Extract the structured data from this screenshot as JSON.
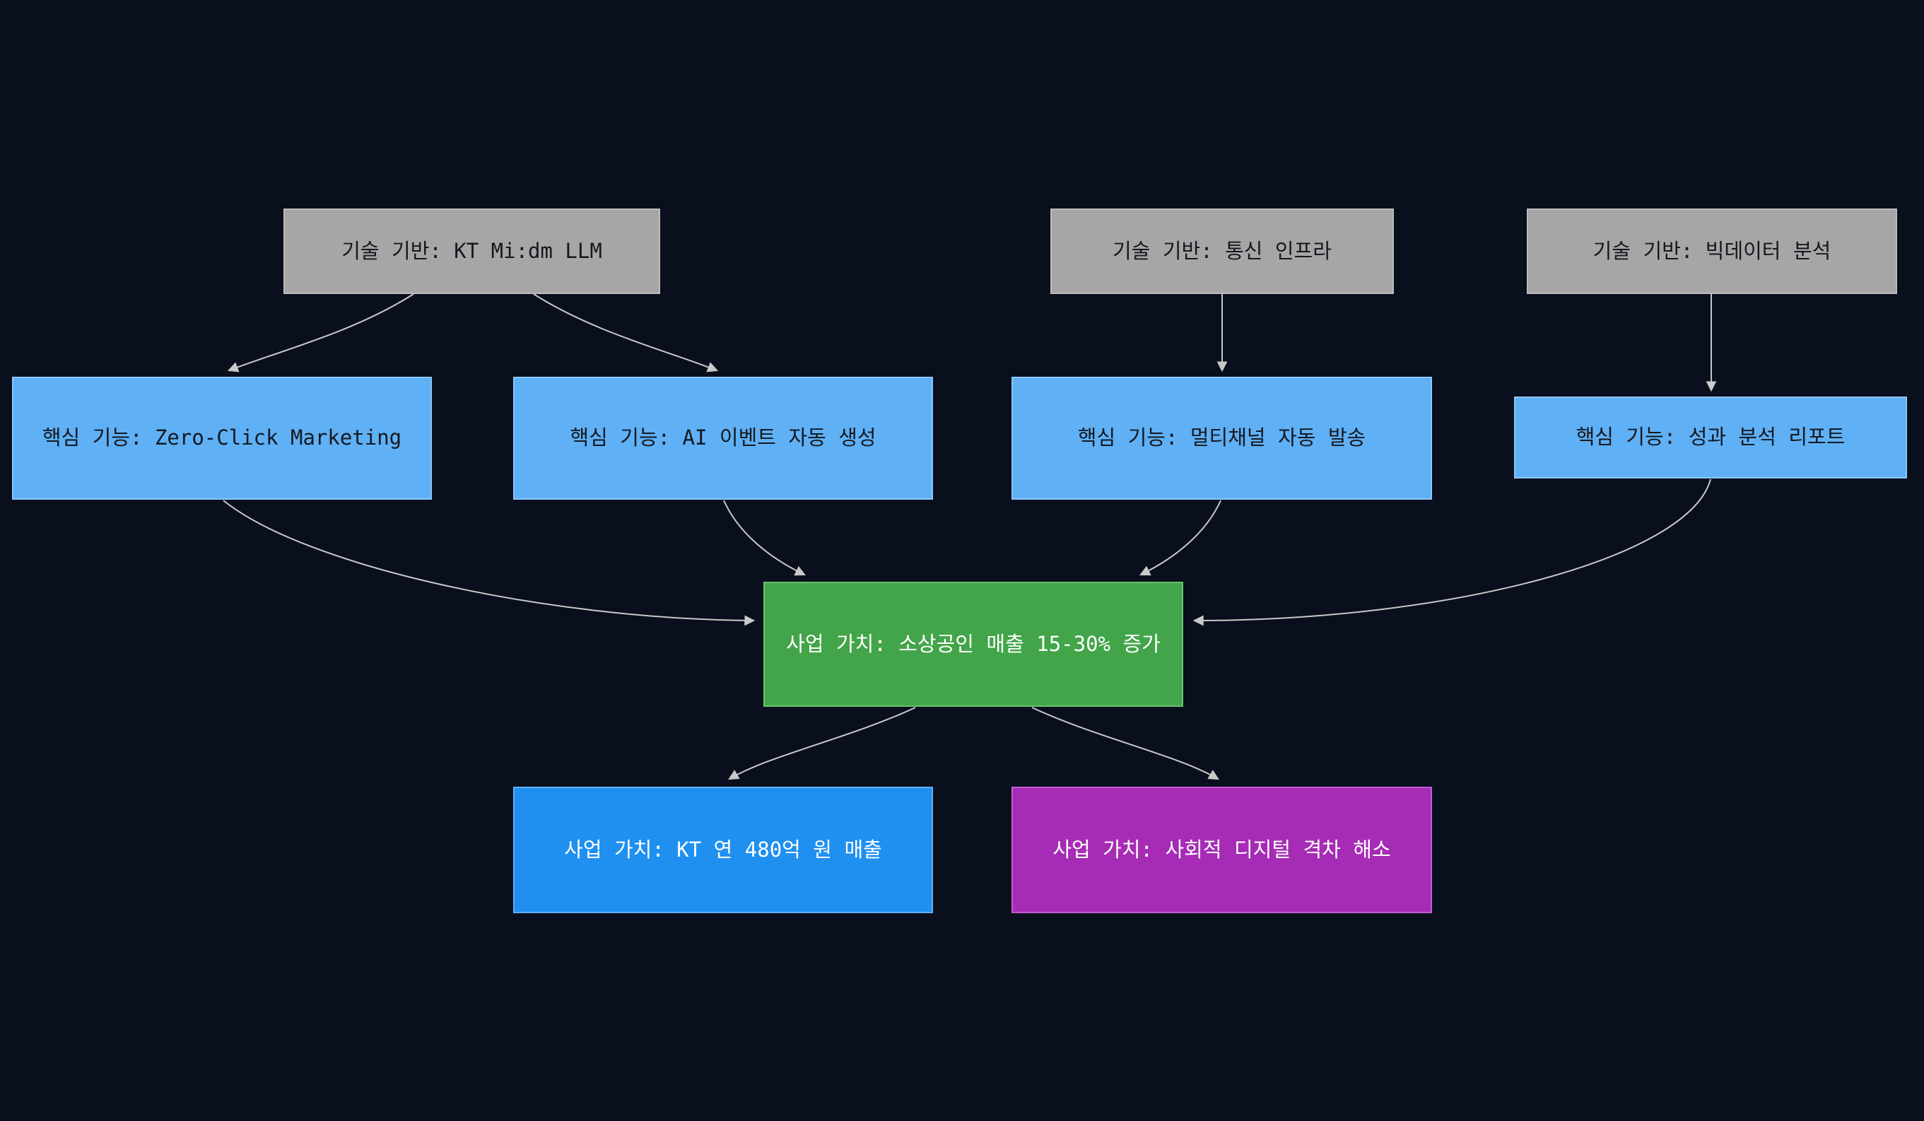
{
  "diagram": {
    "title": "KT AI marketing service flowchart",
    "colors": {
      "background": "#0a0f1d",
      "node_gray": "#a6a6a6",
      "node_light_blue": "#5fb0f5",
      "node_green": "#43a549",
      "node_blue": "#2090f0",
      "node_purple": "#a62cb5",
      "edge": "#c9c9c9",
      "text_dark": "#15181f",
      "text_light": "#ffffff"
    },
    "nodes": {
      "tech_llm": {
        "label": "기술 기반: KT Mi:dm LLM"
      },
      "tech_telecom": {
        "label": "기술 기반: 통신 인프라"
      },
      "tech_bigdata": {
        "label": "기술 기반: 빅데이터 분석"
      },
      "feat_zeroclick": {
        "label": "핵심 기능: Zero-Click Marketing"
      },
      "feat_ai_event": {
        "label": "핵심 기능: AI 이벤트 자동 생성"
      },
      "feat_multichannel": {
        "label": "핵심 기능: 멀티채널 자동 발송"
      },
      "feat_report": {
        "label": "핵심 기능: 성과 분석 리포트"
      },
      "value_sales": {
        "label": "사업 가치: 소상공인 매출 15-30% 증가"
      },
      "value_kt_revenue": {
        "label": "사업 가치: KT 연 480억 원 매출"
      },
      "value_social": {
        "label": "사업 가치: 사회적 디지털 격차 해소"
      }
    },
    "edges": [
      {
        "from": "tech_llm",
        "to": "feat_zeroclick"
      },
      {
        "from": "tech_llm",
        "to": "feat_ai_event"
      },
      {
        "from": "tech_telecom",
        "to": "feat_multichannel"
      },
      {
        "from": "tech_bigdata",
        "to": "feat_report"
      },
      {
        "from": "feat_zeroclick",
        "to": "value_sales"
      },
      {
        "from": "feat_ai_event",
        "to": "value_sales"
      },
      {
        "from": "feat_multichannel",
        "to": "value_sales"
      },
      {
        "from": "feat_report",
        "to": "value_sales"
      },
      {
        "from": "value_sales",
        "to": "value_kt_revenue"
      },
      {
        "from": "value_sales",
        "to": "value_social"
      }
    ]
  }
}
